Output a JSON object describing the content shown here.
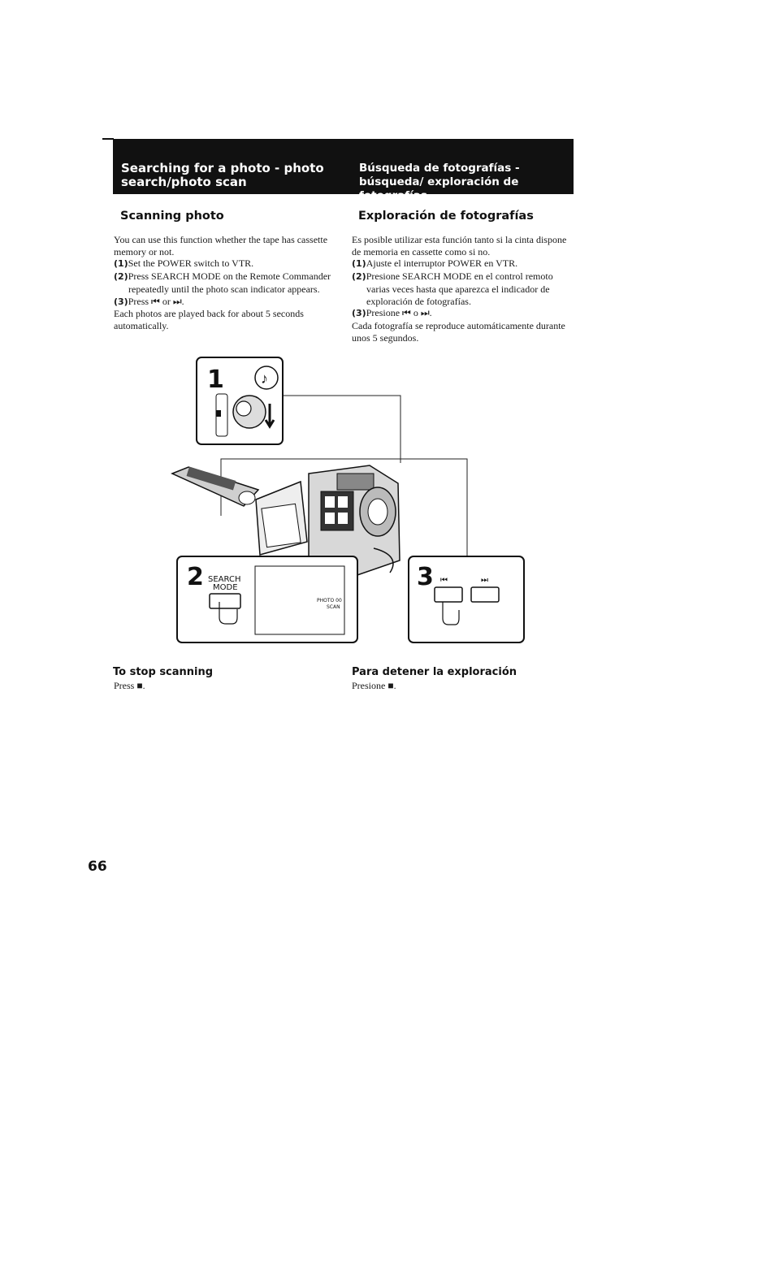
{
  "header": {
    "title_en": "Searching for a photo - photo search/photo scan",
    "title_es": "Búsqueda de fotografías - búsqueda/ exploración de fotografías"
  },
  "english": {
    "heading": "Scanning photo",
    "intro": "You can use this function whether the tape has cassette memory or not.",
    "steps": [
      {
        "num": "(1)",
        "text": "Set the POWER switch to VTR."
      },
      {
        "num": "(2)",
        "text": "Press SEARCH MODE on the Remote Commander repeatedly until the photo scan indicator appears."
      },
      {
        "num": "(3)",
        "text": "Press ⏮ or ⏭."
      }
    ],
    "outro": "Each photos are played back for about 5 seconds automatically.",
    "stop_heading": "To stop scanning",
    "stop_text": "Press ■."
  },
  "spanish": {
    "heading": "Exploración de fotografías",
    "intro": "Es posible utilizar esta función tanto si la cinta dispone de memoria en cassette como si no.",
    "steps": [
      {
        "num": "(1)",
        "text": "Ajuste el interruptor POWER en VTR."
      },
      {
        "num": "(2)",
        "text": "Presione SEARCH MODE en el control remoto varias veces hasta que aparezca el indicador de exploración de fotografías."
      },
      {
        "num": "(3)",
        "text": "Presione ⏮ o ⏭."
      }
    ],
    "outro": "Cada fotografía se reproduce automáticamente durante unos 5 segundos.",
    "stop_heading": "Para detener la exploración",
    "stop_text": "Presione ■."
  },
  "illustration": {
    "step1_label": "1",
    "step2_label": "2",
    "step3_label": "3",
    "search_label": "SEARCH",
    "mode_label": "MODE",
    "photo_label": "PHOTO",
    "photo_count": "00",
    "scan_label": "SCAN",
    "prev_symbol": "⏮",
    "next_symbol": "⏭"
  },
  "page_number": "66"
}
